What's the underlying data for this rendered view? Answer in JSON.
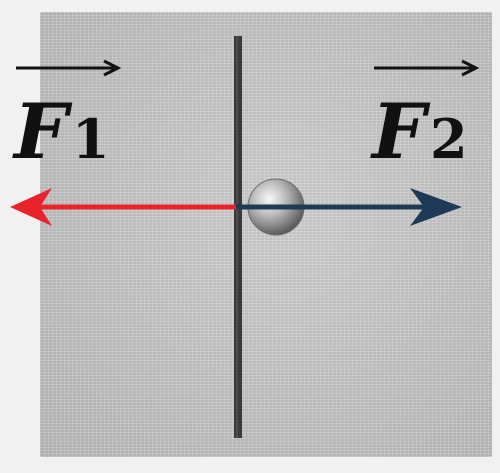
{
  "labels": {
    "force1": {
      "symbol": "F",
      "subscript": "1"
    },
    "force2": {
      "symbol": "F",
      "subscript": "2"
    }
  },
  "colors": {
    "force1_arrow": "#e8242a",
    "force2_arrow": "#1f3a56",
    "rod": "#3a3a3a",
    "label_text": "#111111"
  }
}
